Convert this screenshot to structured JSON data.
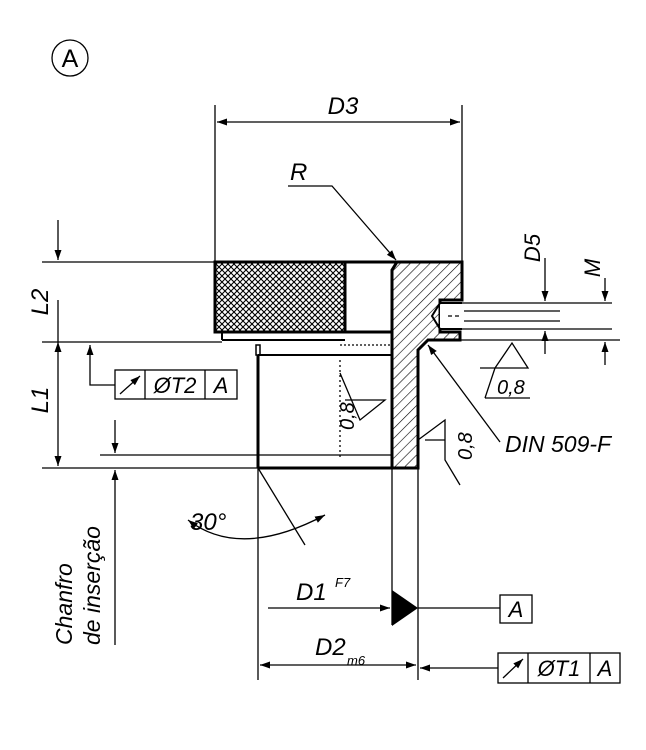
{
  "view_marker": "A",
  "labels": {
    "d3": "D3",
    "r": "R",
    "d5": "D5",
    "m": "M",
    "l2": "L2",
    "l1": "L1",
    "t2_symbol": "ØT2",
    "t2_datum": "A",
    "rough_left": "0,8",
    "rough_right": "0,8",
    "rough_top": "0,8",
    "din": "DIN 509-F",
    "angle": "30°",
    "chamfer_line1": "Chanfro",
    "chamfer_line2": "de inserção",
    "d1": "D1",
    "d1_tol": "F7",
    "datum_a": "A",
    "d2": "D2",
    "d2_tol": "m6",
    "t1_symbol": "ØT1",
    "t1_datum": "A"
  }
}
